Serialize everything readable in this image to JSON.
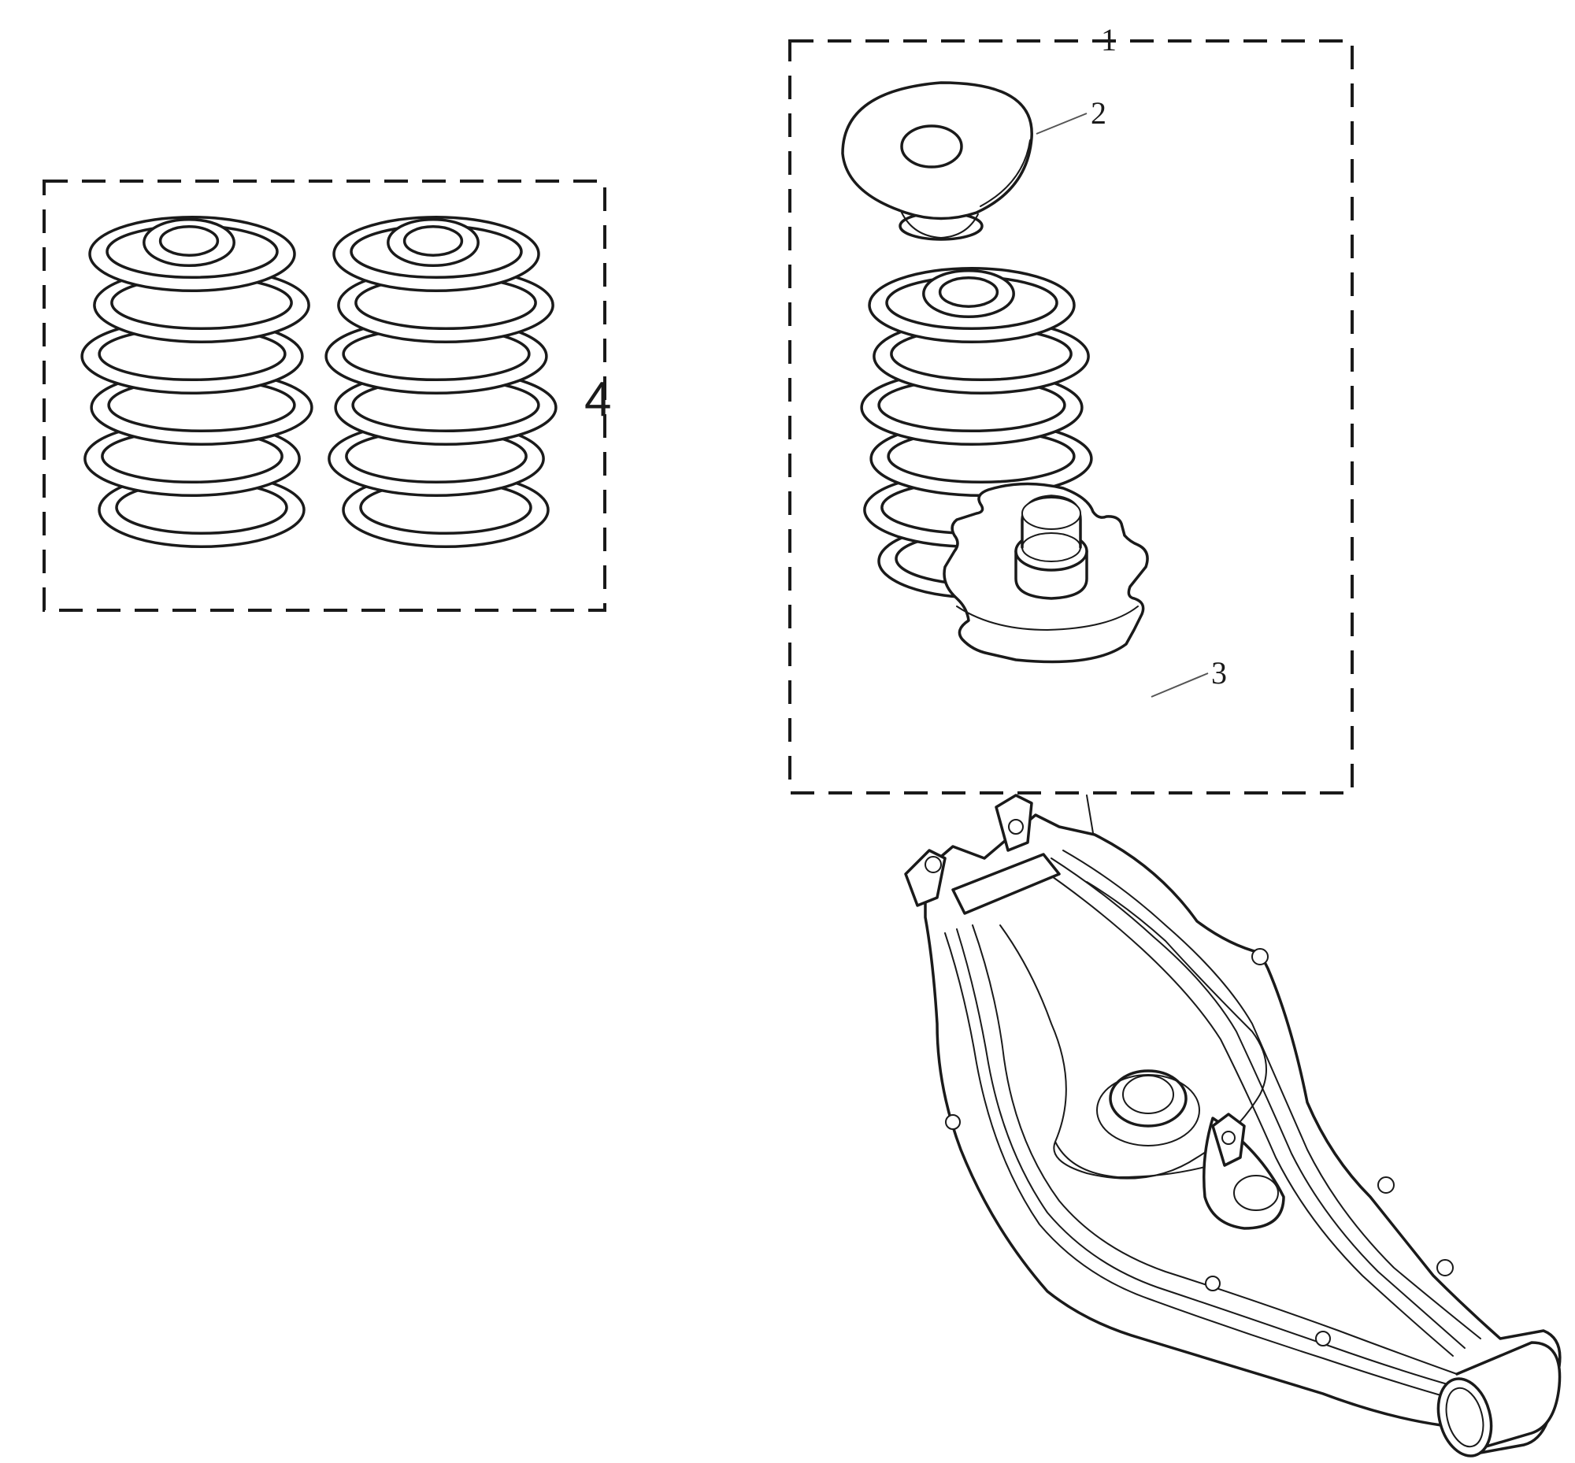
{
  "callouts": {
    "kit_assembly": "1",
    "upper_seat": "2",
    "lower_seat": "3",
    "spring_pair": "4"
  },
  "colors": {
    "line": "#1a1a1a",
    "leader": "#555555",
    "background": "#ffffff"
  }
}
